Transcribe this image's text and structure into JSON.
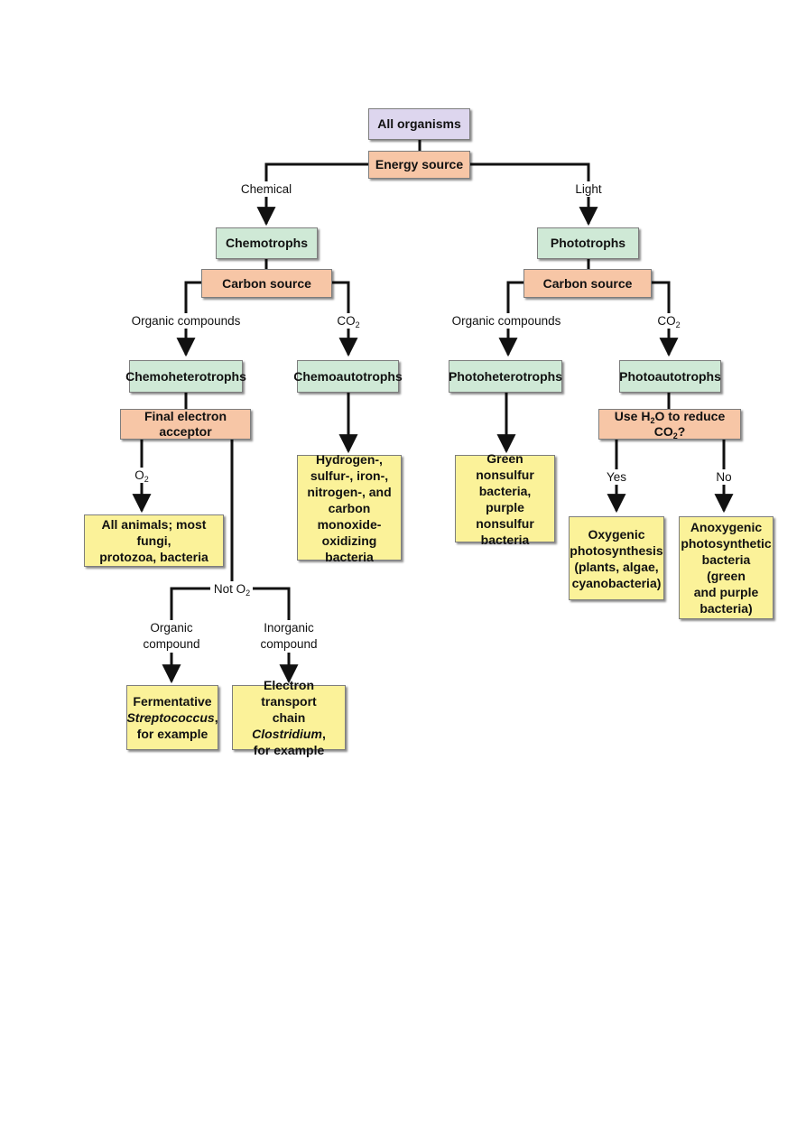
{
  "nodes": {
    "all_organisms": "All organisms",
    "energy_source": "Energy source",
    "chemotrophs": "Chemotrophs",
    "phototrophs": "Phototrophs",
    "carbon_source_left": "Carbon source",
    "carbon_source_right": "Carbon source",
    "chemoheterotrophs": "Chemoheterotrophs",
    "chemoautotrophs": "Chemoautotrophs",
    "photoheterotrophs": "Photoheterotrophs",
    "photoautotrophs": "Photoautotrophs",
    "final_electron_acceptor": "Final electron acceptor",
    "use_h2o_prefix": "Use H",
    "use_h2o_sub1": "2",
    "use_h2o_middle": "O to reduce CO",
    "use_h2o_sub2": "2",
    "use_h2o_suffix": "?",
    "all_animals": "All animals; most fungi,\nprotozoa, bacteria",
    "chemoautotroph_examples": "Hydrogen-,\nsulfur-, iron-,\nnitrogen-, and\ncarbon monoxide-\noxidizing bacteria",
    "photoheterotroph_examples": "Green nonsulfur\nbacteria,\npurple nonsulfur\nbacteria",
    "oxygenic": "Oxygenic\nphotosynthesis\n(plants, algae,\ncyanobacteria)",
    "anoxygenic": "Anoxygenic\nphotosynthetic\nbacteria (green\nand purple\nbacteria)",
    "fermentative_line1": "Fermentative",
    "fermentative_line2": "Streptococcus",
    "fermentative_line2_suffix": ",",
    "fermentative_line3": "for example",
    "electron_transport_line1": "Electron transport",
    "electron_transport_line2_prefix": "chain ",
    "electron_transport_line2_italic": "Clostridium",
    "electron_transport_line2_suffix": ",",
    "electron_transport_line3": "for example"
  },
  "labels": {
    "chemical": "Chemical",
    "light": "Light",
    "organic_compounds_left": "Organic compounds",
    "co2_left_main": "CO",
    "co2_left_sub": "2",
    "organic_compounds_right": "Organic compounds",
    "co2_right_main": "CO",
    "co2_right_sub": "2",
    "o2_main": "O",
    "o2_sub": "2",
    "not_o2_main": "Not O",
    "not_o2_sub": "2",
    "organic_compound": "Organic\ncompound",
    "inorganic_compound": "Inorganic\ncompound",
    "yes": "Yes",
    "no": "No"
  },
  "colors": {
    "root_fill": "#ddd6ee",
    "question_fill": "#f7c6a6",
    "category_fill": "#cfe9d6",
    "example_fill": "#fbf299",
    "connector": "#111111"
  }
}
